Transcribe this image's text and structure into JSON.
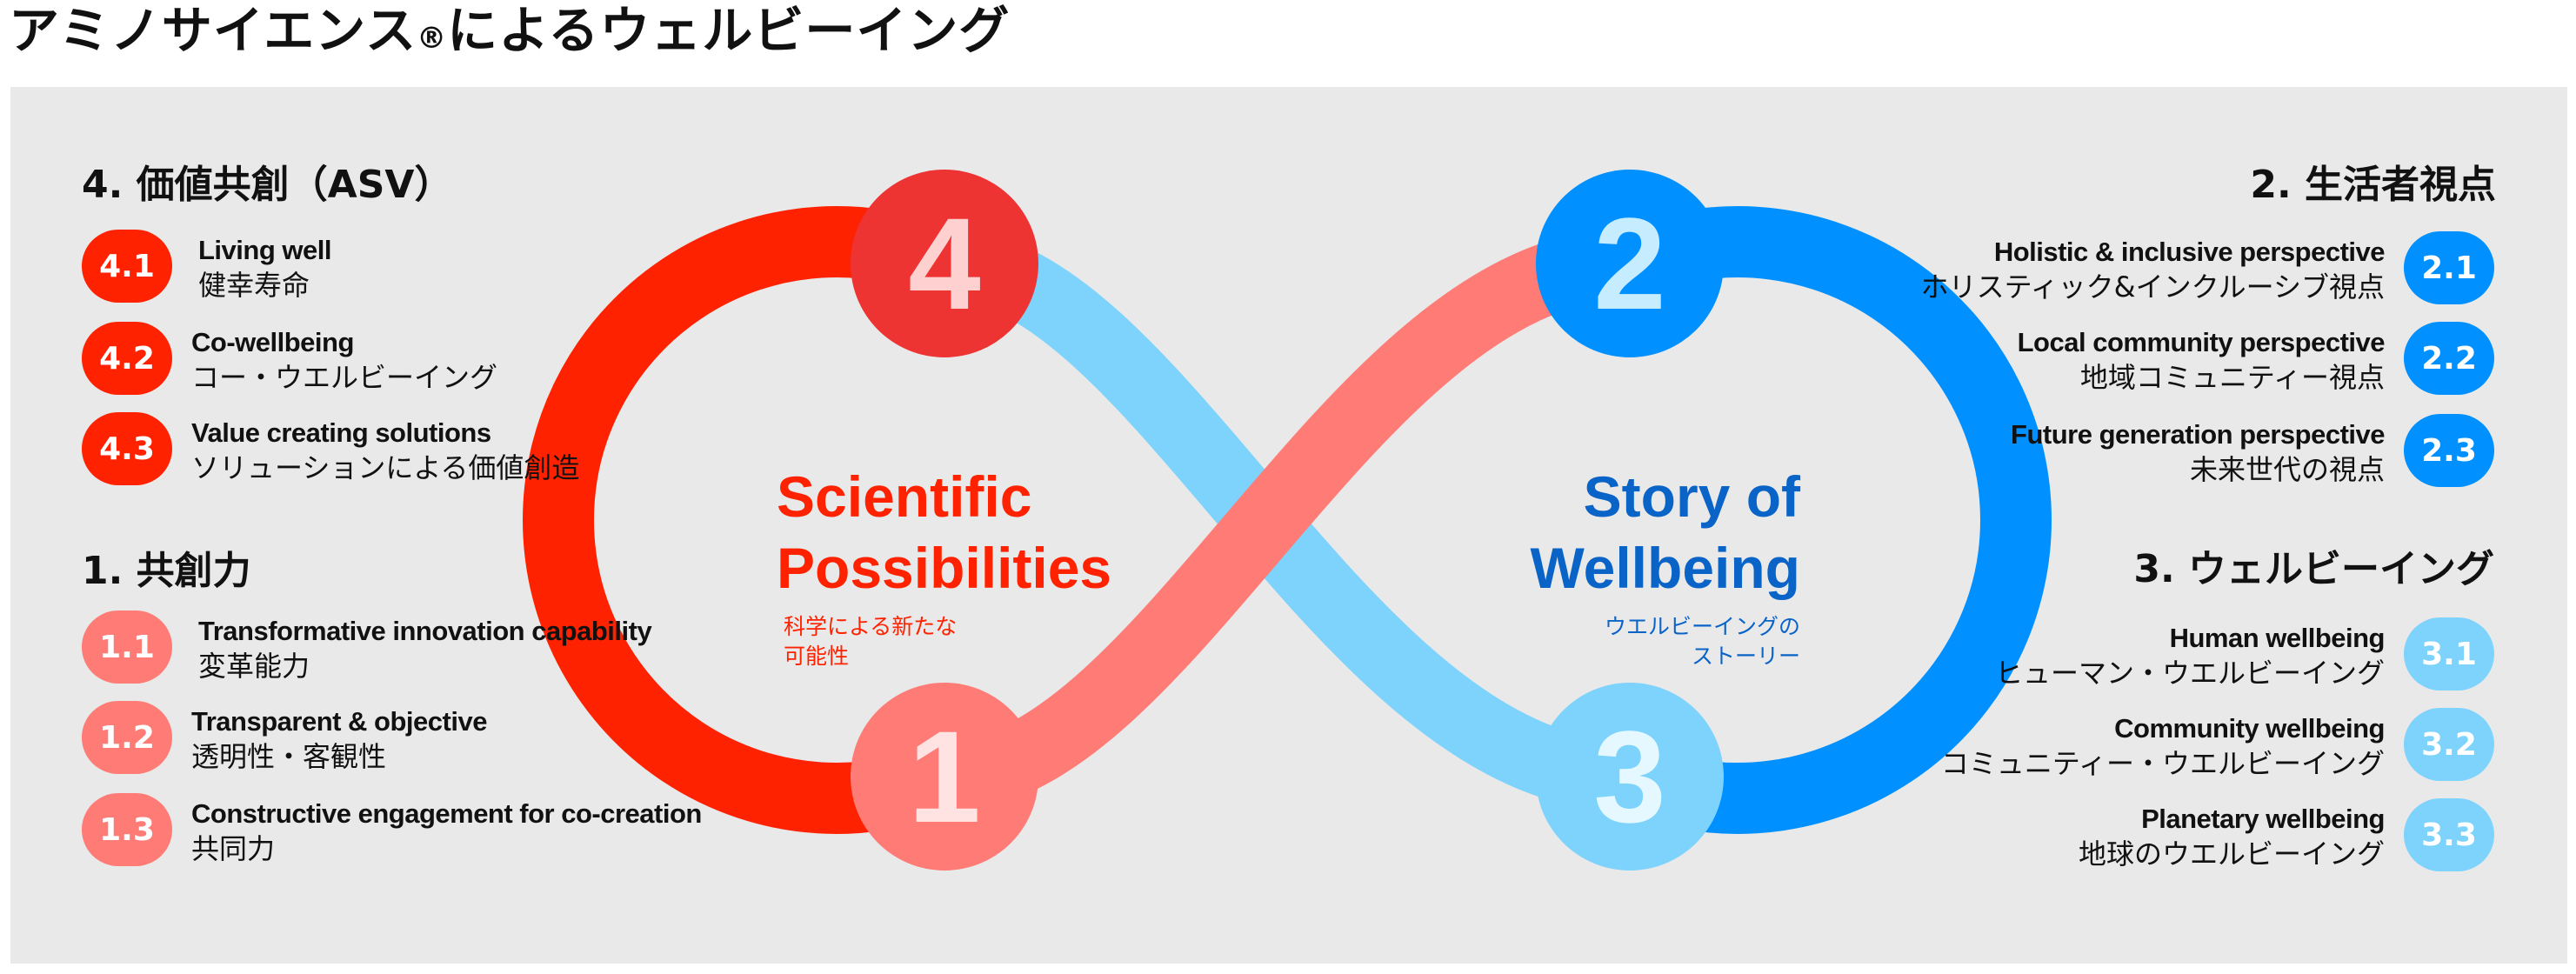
{
  "title": "アミノサイエンス",
  "title_mark": "®",
  "title_suffix": "によるウェルビーイング",
  "colors": {
    "red": "#ff2200",
    "red_dark": "#ee3333",
    "salmon": "#ff7b76",
    "blue": "#0090ff",
    "light_blue": "#7dd3fc",
    "panel": "#e9e9e9"
  },
  "loop_numbers": {
    "top_left": "4",
    "bottom_left": "1",
    "top_right": "2",
    "bottom_right": "3"
  },
  "scientific": {
    "line1": "Scientific",
    "line2": "Possibilities",
    "jp1": "科学による新たな",
    "jp2": "可能性"
  },
  "story": {
    "line1": "Story of",
    "line2": "Wellbeing",
    "jp1": "ウエルビーイングの",
    "jp2": "ストーリー"
  },
  "section4": {
    "heading": "4. 価値共創（ASV）",
    "items": [
      {
        "badge": "4.1",
        "en": "Living well",
        "jp": "健幸寿命"
      },
      {
        "badge": "4.2",
        "en": "Co-wellbeing",
        "jp": "コー・ウエルビーイング"
      },
      {
        "badge": "4.3",
        "en": "Value creating solutions",
        "jp": "ソリューションによる価値創造"
      }
    ]
  },
  "section1": {
    "heading": "1. 共創力",
    "items": [
      {
        "badge": "1.1",
        "en": "Transformative innovation capability",
        "jp": "変革能力"
      },
      {
        "badge": "1.2",
        "en": "Transparent & objective",
        "jp": "透明性・客観性"
      },
      {
        "badge": "1.3",
        "en": "Constructive engagement for co-creation",
        "jp": "共同力"
      }
    ]
  },
  "section2": {
    "heading": "2. 生活者視点",
    "items": [
      {
        "badge": "2.1",
        "en": "Holistic & inclusive perspective",
        "jp": "ホリスティック&インクルーシブ視点"
      },
      {
        "badge": "2.2",
        "en": "Local community perspective",
        "jp": "地域コミュニティー視点"
      },
      {
        "badge": "2.3",
        "en": "Future generation perspective",
        "jp": "未来世代の視点"
      }
    ]
  },
  "section3": {
    "heading": "3. ウェルビーイング",
    "items": [
      {
        "badge": "3.1",
        "en": "Human wellbeing",
        "jp": "ヒューマン・ウエルビーイング"
      },
      {
        "badge": "3.2",
        "en": "Community wellbeing",
        "jp": "コミュニティー・ウエルビーイング"
      },
      {
        "badge": "3.3",
        "en": "Planetary wellbeing",
        "jp": "地球のウエルビーイング"
      }
    ]
  }
}
